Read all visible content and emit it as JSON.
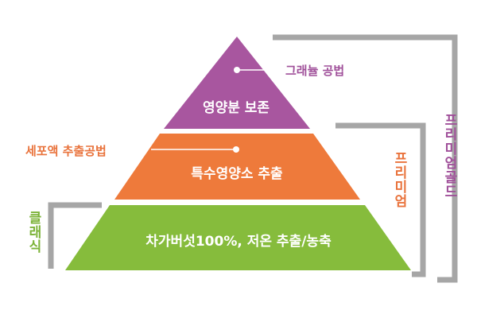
{
  "colors": {
    "top": "#a8569f",
    "middle": "#ee7a3b",
    "bottom": "#86bc3c",
    "bracket": "#a6a6a6",
    "side_top_text": "#a0509a",
    "side_middle_text": "#e9733c",
    "classic_text": "#7db33a",
    "premium_text": "#e9733c",
    "premium_gold_text": "#a0509a"
  },
  "tiers": {
    "top": {
      "label": "영양분 보존"
    },
    "middle": {
      "label": "특수영양소 추출"
    },
    "bottom": {
      "label": "차가버섯100%, 저온 추출/농축"
    }
  },
  "callouts": {
    "top_method": "그래뉼 공법",
    "middle_method": "세포액 추출공법"
  },
  "grades": {
    "classic": "클래식",
    "premium": "프리미엄",
    "premium_gold": "프리미엄골드"
  }
}
